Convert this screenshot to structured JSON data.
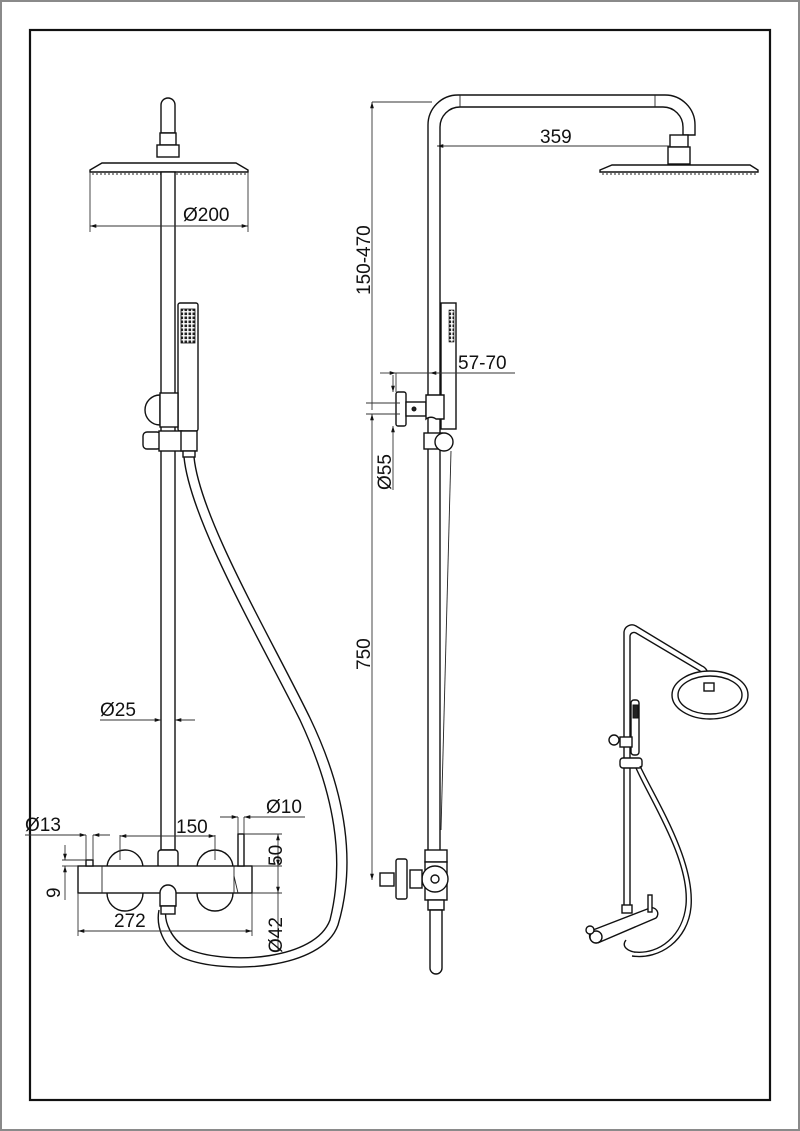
{
  "drawing": {
    "subject": "Thermostatic shower column with overhead shower and hand shower",
    "views": [
      "front-view",
      "side-view",
      "isometric-view"
    ],
    "units": "mm"
  },
  "dimensions": {
    "head_diameter": "Ø200",
    "arm_projection": "359",
    "height_adjust": "150-470",
    "bracket_offset": "57-70",
    "flange_diameter": "Ø55",
    "riser_length": "750",
    "riser_diameter": "Ø25",
    "inlet_diameter": "Ø13",
    "inlet_centers": "150",
    "lever_diameter": "Ø10",
    "lever_height": "50",
    "inlet_height": "9",
    "mixer_width": "272",
    "mixer_diameter": "Ø42"
  },
  "colors": {
    "line": "#111111",
    "frame": "#111111",
    "outer_border": "#8a8a8a",
    "background": "#ffffff"
  }
}
